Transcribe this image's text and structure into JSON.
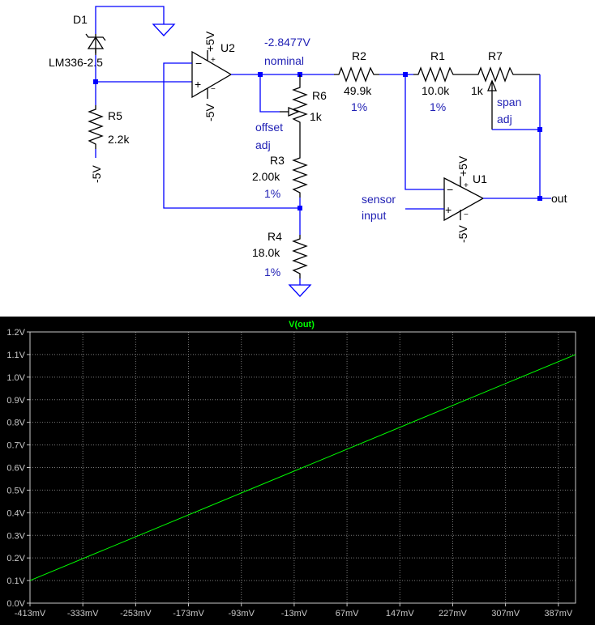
{
  "schematic": {
    "d1": {
      "ref": "D1",
      "part": "LM336-2.5"
    },
    "r5": {
      "ref": "R5",
      "value": "2.2k"
    },
    "r5_supply": "-5V",
    "u2": {
      "ref": "U2",
      "vpos": "+5V",
      "vneg": "-5V"
    },
    "nominal_voltage": "-2.8477V",
    "nominal_label": "nominal",
    "r6": {
      "ref": "R6",
      "value": "1k"
    },
    "offset_label": "offset",
    "offset_adj_label": "adj",
    "r3": {
      "ref": "R3",
      "value": "2.00k",
      "tol": "1%"
    },
    "r4": {
      "ref": "R4",
      "value": "18.0k",
      "tol": "1%"
    },
    "r2": {
      "ref": "R2",
      "value": "49.9k",
      "tol": "1%"
    },
    "r1": {
      "ref": "R1",
      "value": "10.0k",
      "tol": "1%"
    },
    "r7": {
      "ref": "R7",
      "value": "1k"
    },
    "span_label": "span",
    "span_adj_label": "adj",
    "u1": {
      "ref": "U1",
      "vpos": "+5V",
      "vneg": "-5V"
    },
    "sensor_label": "sensor",
    "input_label": "input",
    "out_label": "out",
    "opamp_minus": "−",
    "opamp_plus": "+"
  },
  "plot": {
    "colors": {
      "background": "#000000",
      "trace": "#00ff00",
      "frame": "#c8c8c8",
      "grid": "#7a7a7a"
    },
    "chart_data": {
      "type": "line",
      "title": "V(out)",
      "x_ticks": [
        "-413mV",
        "-333mV",
        "-253mV",
        "-173mV",
        "-93mV",
        "-13mV",
        "67mV",
        "147mV",
        "227mV",
        "307mV",
        "387mV"
      ],
      "y_ticks": [
        "0.0V",
        "0.1V",
        "0.2V",
        "0.3V",
        "0.4V",
        "0.5V",
        "0.6V",
        "0.7V",
        "0.8V",
        "0.9V",
        "1.0V",
        "1.1V",
        "1.2V"
      ],
      "xlim": [
        -413,
        413
      ],
      "ylim": [
        0.0,
        1.2
      ],
      "grid": true,
      "series": [
        {
          "name": "V(out)",
          "x": [
            -413,
            413
          ],
          "y": [
            0.1,
            1.1
          ]
        }
      ]
    }
  }
}
